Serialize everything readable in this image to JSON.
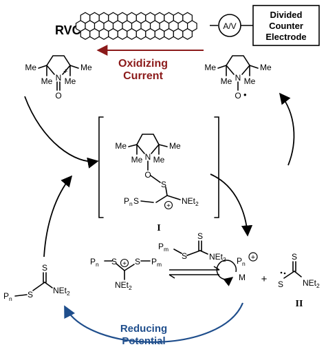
{
  "electrochem": {
    "electrode_label": "RVC",
    "instrument_label": "A/V",
    "counter_electrode": [
      "Divided",
      "Counter",
      "Electrode"
    ]
  },
  "process_labels": {
    "oxidizing": [
      "Oxidizing",
      "Current"
    ],
    "reducing": [
      "Reducing",
      "Potential"
    ]
  },
  "colors": {
    "oxidizing": "#8b1a1a",
    "reducing": "#1f4e8c",
    "ink": "#000000"
  },
  "atoms": {
    "Me": "Me",
    "N": "N",
    "O": "O",
    "S": "S",
    "NEt": "NEt",
    "two": "2",
    "P": "P",
    "n": "n",
    "m": "m",
    "M": "M",
    "plus": "+",
    "radical_dot": "•"
  },
  "intermediates": {
    "I": "I",
    "II": "II"
  }
}
